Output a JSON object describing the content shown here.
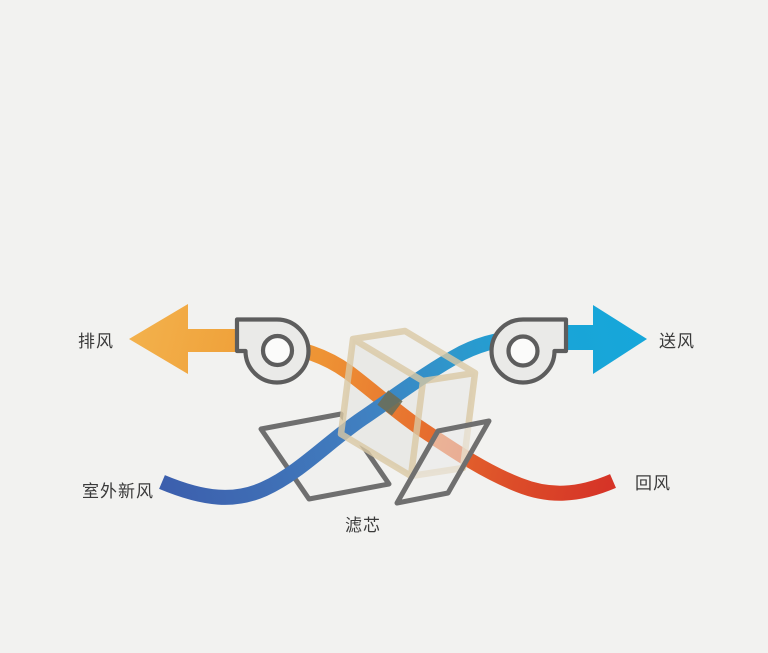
{
  "diagram": {
    "kind": "heat-recovery-ventilation-airflow",
    "labels": {
      "exhaust": "排风",
      "supply": "送风",
      "fresh_air": "室外新风",
      "return_air": "回风",
      "filter": "滤芯"
    },
    "colors": {
      "background": "#f2f2f0",
      "text": "#3a3a3a",
      "fan_fill": "#eaeae8",
      "fan_inlet_fill": "#fbfbfa",
      "fan_stroke": "#5d5d5d",
      "cube_edge": "#d9c8a4",
      "cube_face_top": "#efefed",
      "cube_face_left": "#e9e9e6",
      "cube_face_right": "#ececea",
      "filter_fill": "rgba(238,238,236,0.55)",
      "filter_stroke": "#6f6f6f",
      "crossing_blend": "#6b6e58",
      "exhaust_orange": "#f0a43d",
      "return_red": "#d63427",
      "fresh_blue": "#3c5fad",
      "supply_cyan": "#16a7da"
    },
    "gradients": {
      "exhaust_return": [
        "#d63427",
        "#dc4c29",
        "#e8742f",
        "#ee9334",
        "#f0a43d",
        "#f3b14c"
      ],
      "fresh_supply": [
        "#3c5fad",
        "#3f6eb5",
        "#4080c1",
        "#2e97cc",
        "#1aa4d7",
        "#16a7da"
      ]
    }
  }
}
